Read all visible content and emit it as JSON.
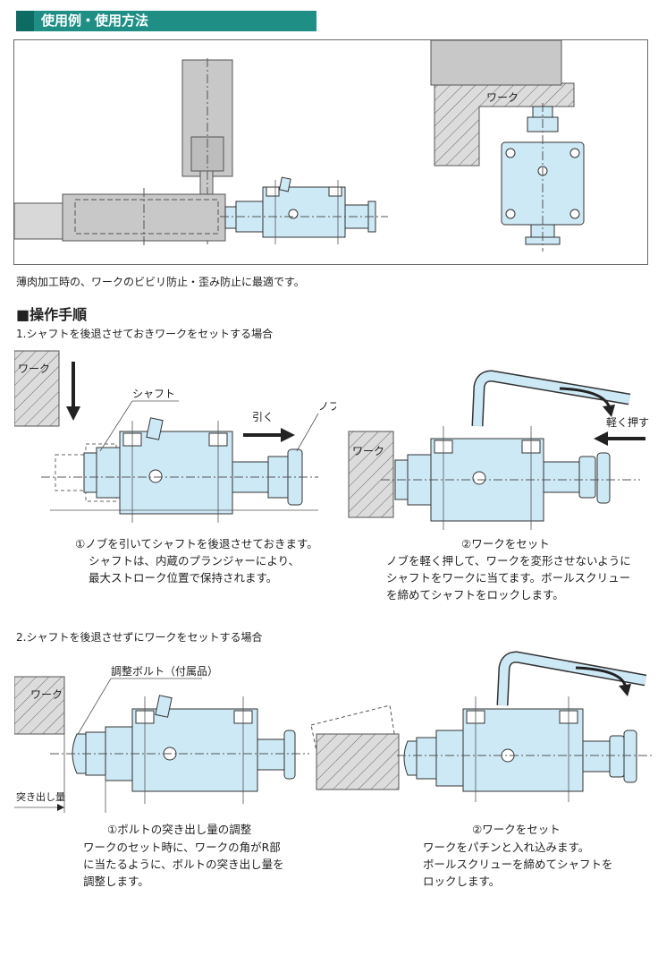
{
  "header": {
    "title": "使用例・使用方法"
  },
  "usage": {
    "workpiece_label": "ワーク",
    "description": "薄肉加工時の、ワークのビビリ防止・歪み防止に最適です。"
  },
  "procedure": {
    "title": "■操作手順",
    "case1": {
      "title": "1.シャフトを後退させておきワークをセットする場合",
      "left": {
        "label_work": "ワーク",
        "label_shaft": "シャフト",
        "label_knob": "ノブ",
        "label_pull": "引く",
        "caption": [
          "①ノブを引いてシャフトを後退させておきます。",
          "シャフトは、内蔵のプランジャーにより、",
          "最大ストローク位置で保持されます。"
        ]
      },
      "right": {
        "label_work": "ワーク",
        "label_push": "軽く押す",
        "caption": [
          "②ワークをセット",
          "ノブを軽く押して、ワークを変形させないように",
          "シャフトをワークに当てます。ボールスクリュー",
          "を締めてシャフトをロックします。"
        ]
      }
    },
    "case2": {
      "title": "2.シャフトを後退させずにワークをセットする場合",
      "left": {
        "label_work": "ワーク",
        "label_bolt": "調整ボルト（付属品）",
        "label_protrusion": "突き出し量",
        "caption": [
          "①ボルトの突き出し量の調整",
          "ワークのセット時に、ワークの角がR部",
          "に当たるように、ボルトの突き出し量を",
          "調整します。"
        ]
      },
      "right": {
        "caption": [
          "②ワークをセット",
          "ワークをパチンと入れ込みます。",
          "ボールスクリューを締めてシャフトを",
          "ロックします。"
        ]
      }
    }
  },
  "colors": {
    "header": "#1f8f86",
    "header_dark": "#0c6c64",
    "body_fill": "#cde9f6",
    "gray_fill": "#c8c8c8",
    "hatch_fill": "#dcdcdc"
  }
}
